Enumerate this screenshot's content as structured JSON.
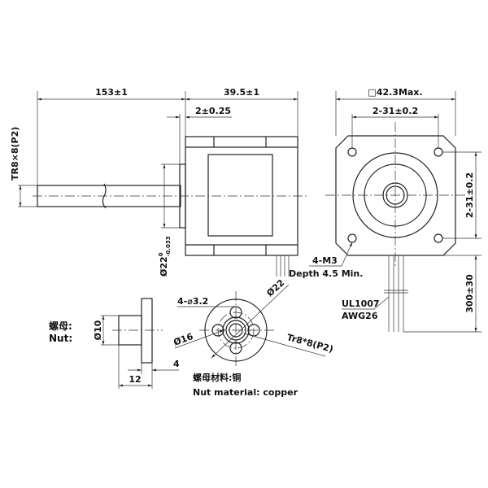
{
  "side_view": {
    "shaft_length": "153±1",
    "body_length": "39.5±1",
    "flange_thickness": "2±0.25",
    "thread_spec": "TR8×8(P2)",
    "boss_diameter": "Ø22",
    "boss_tol_upper": "0",
    "boss_tol_lower": "-0.033"
  },
  "front_view": {
    "width": "□42.3Max.",
    "hole_spacing_h": "2-31±0.2",
    "hole_spacing_v": "2-31±0.2",
    "mount_holes": "4-M3",
    "hole_depth": "Depth 4.5 Min.",
    "wire_type": "UL1007",
    "wire_gauge": "AWG26",
    "lead_length": "300±30"
  },
  "nut": {
    "label_cn": "螺母:",
    "label_en": "Nut:",
    "diameter": "Ø10",
    "length": "12",
    "flange": "4",
    "holes": "4-⌀3.2",
    "outer_diameter": "Ø22",
    "pcd": "Ø16",
    "thread": "Tr8*8(P2)",
    "material_cn": "螺母材料:铜",
    "material_en": "Nut material: copper"
  }
}
